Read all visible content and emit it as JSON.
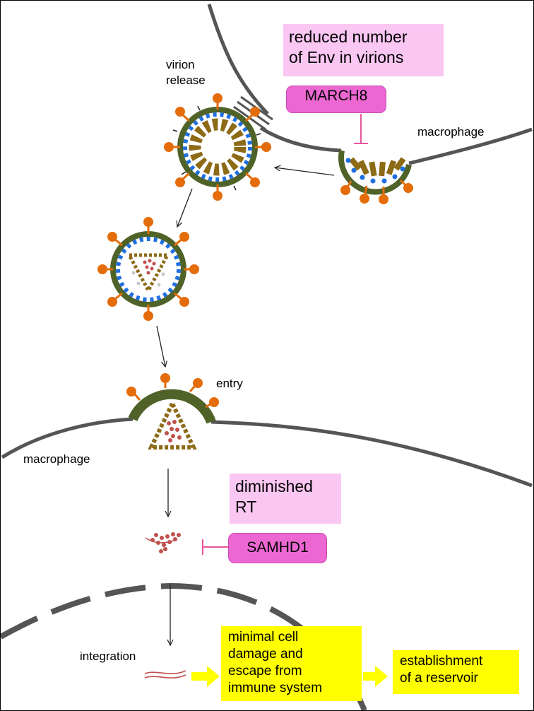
{
  "labels": {
    "virion_release": "virion\nrelease",
    "macrophage_top": "macrophage",
    "entry": "entry",
    "macrophage_middle": "macrophage",
    "integration": "integration"
  },
  "boxes": {
    "env_reduction": "reduced number\nof Env in virions",
    "march8": "MARCH8",
    "diminished_rt": "diminished\nRT",
    "samhd1": "SAMHD1",
    "minimal_damage": "minimal cell\ndamage and\nescape from\nimmune system",
    "reservoir": "establishment\nof a reservoir"
  },
  "colors": {
    "membrane": "#555555",
    "viral_envelope": "#4f6228",
    "env_knob": "#e46c0a",
    "matrix_dot": "#1f6fe0",
    "capsid": "#8c6a16",
    "rna": "#c0504d",
    "pink_box": "#fac6f2",
    "magenta_box": "#ec67d2",
    "yellow_box": "#ffff00",
    "inhibition": "#e8569a"
  }
}
